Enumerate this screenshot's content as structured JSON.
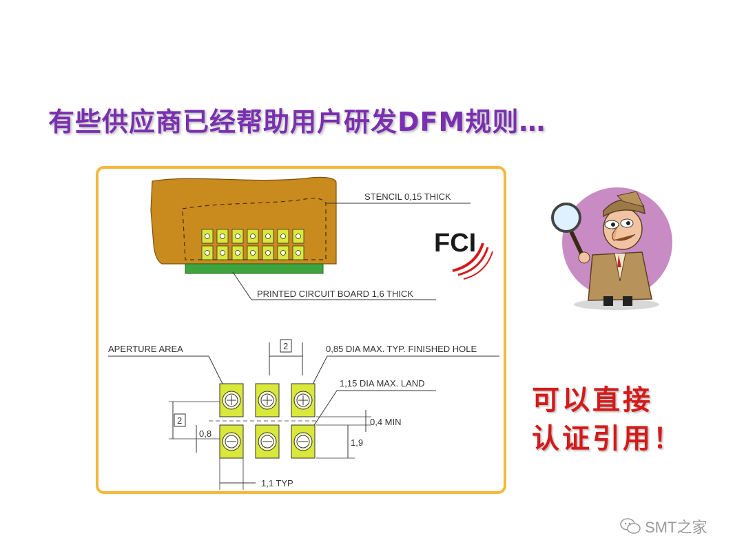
{
  "title": "有些供应商已经帮助用户研发DFM规则…",
  "drawing": {
    "stencil_label": "STENCIL 0,15 THICK",
    "pcb_label": "PRINTED CIRCUIT BOARD 1,6 THICK",
    "aperture_label": "APERTURE AREA",
    "hole_label": "0,85 DIA MAX. TYP. FINISHED HOLE",
    "land_label": "1,15 DIA MAX. LAND",
    "pitch_top": "2",
    "pitch_left": "2",
    "dim_08": "0,8",
    "dim_04": "0,4 MIN",
    "dim_19": "1,9",
    "dim_11": "1,1 TYP"
  },
  "logo": {
    "text": "FCI"
  },
  "side": {
    "line1": "可以直接",
    "line2": "认证引用！"
  },
  "watermark": {
    "text": "SMT之家"
  },
  "colors": {
    "title": "#7a2fb0",
    "accent_red": "#d41a1a",
    "panel_border": "#f5b83d",
    "stencil": "#c98a1e",
    "pcb": "#3fa33f",
    "pad": "#d9e83a"
  }
}
